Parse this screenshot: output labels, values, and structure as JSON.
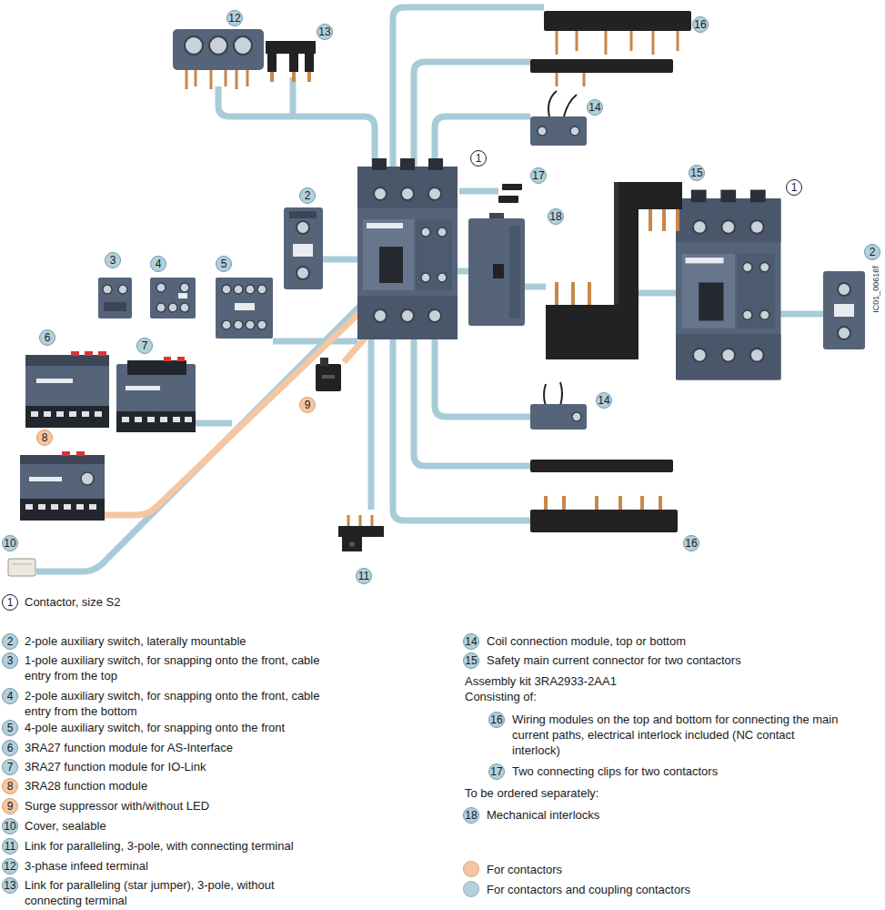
{
  "diagram": {
    "labels": [
      "12",
      "13",
      "16",
      "14",
      "1",
      "17",
      "15",
      "2",
      "1",
      "18",
      "2",
      "3",
      "4",
      "5",
      "IC01_00616f",
      "6",
      "7",
      "14",
      "9",
      "8",
      "16",
      "10",
      "11",
      "1",
      "Contactor, size S2",
      "2",
      "2-pole auxiliary switch, laterally mountable",
      "3",
      "1-pole auxiliary switch, for snapping onto the front, cable entry from the top",
      "4",
      "2-pole auxiliary switch, for snapping onto the front, cable entry from the bottom",
      "5",
      "4-pole auxiliary switch, for snapping onto the front",
      "6",
      "3RA27 function module for AS-Interface",
      "7",
      "3RA27 function module for IO-Link",
      "8",
      "3RA28 function module",
      "9",
      "Surge suppressor with/without LED",
      "10",
      "Cover, sealable",
      "11",
      "Link for paralleling, 3-pole, with connecting terminal",
      "12",
      "3-phase infeed terminal",
      "13",
      "Link for paralleling (star jumper), 3-pole, without connecting terminal",
      "14",
      "Coil connection module, top or bottom",
      "15",
      "Safety main current connector for two contactors",
      "Assembly kit 3RA2933-2AA1",
      "Consisting of:",
      "16",
      "Wiring modules on the top and bottom for connecting the main current paths, electrical interlock included (NC contact interlock)",
      "17",
      "Two connecting clips for two contactors",
      "To be ordered separately:",
      "18",
      "Mechanical interlocks"
    ],
    "legend": [
      {
        "text": "For contactors",
        "color": "#f6c6a2"
      },
      {
        "text": "For contactors and coupling contactors",
        "color": "#b3d0db"
      }
    ]
  }
}
